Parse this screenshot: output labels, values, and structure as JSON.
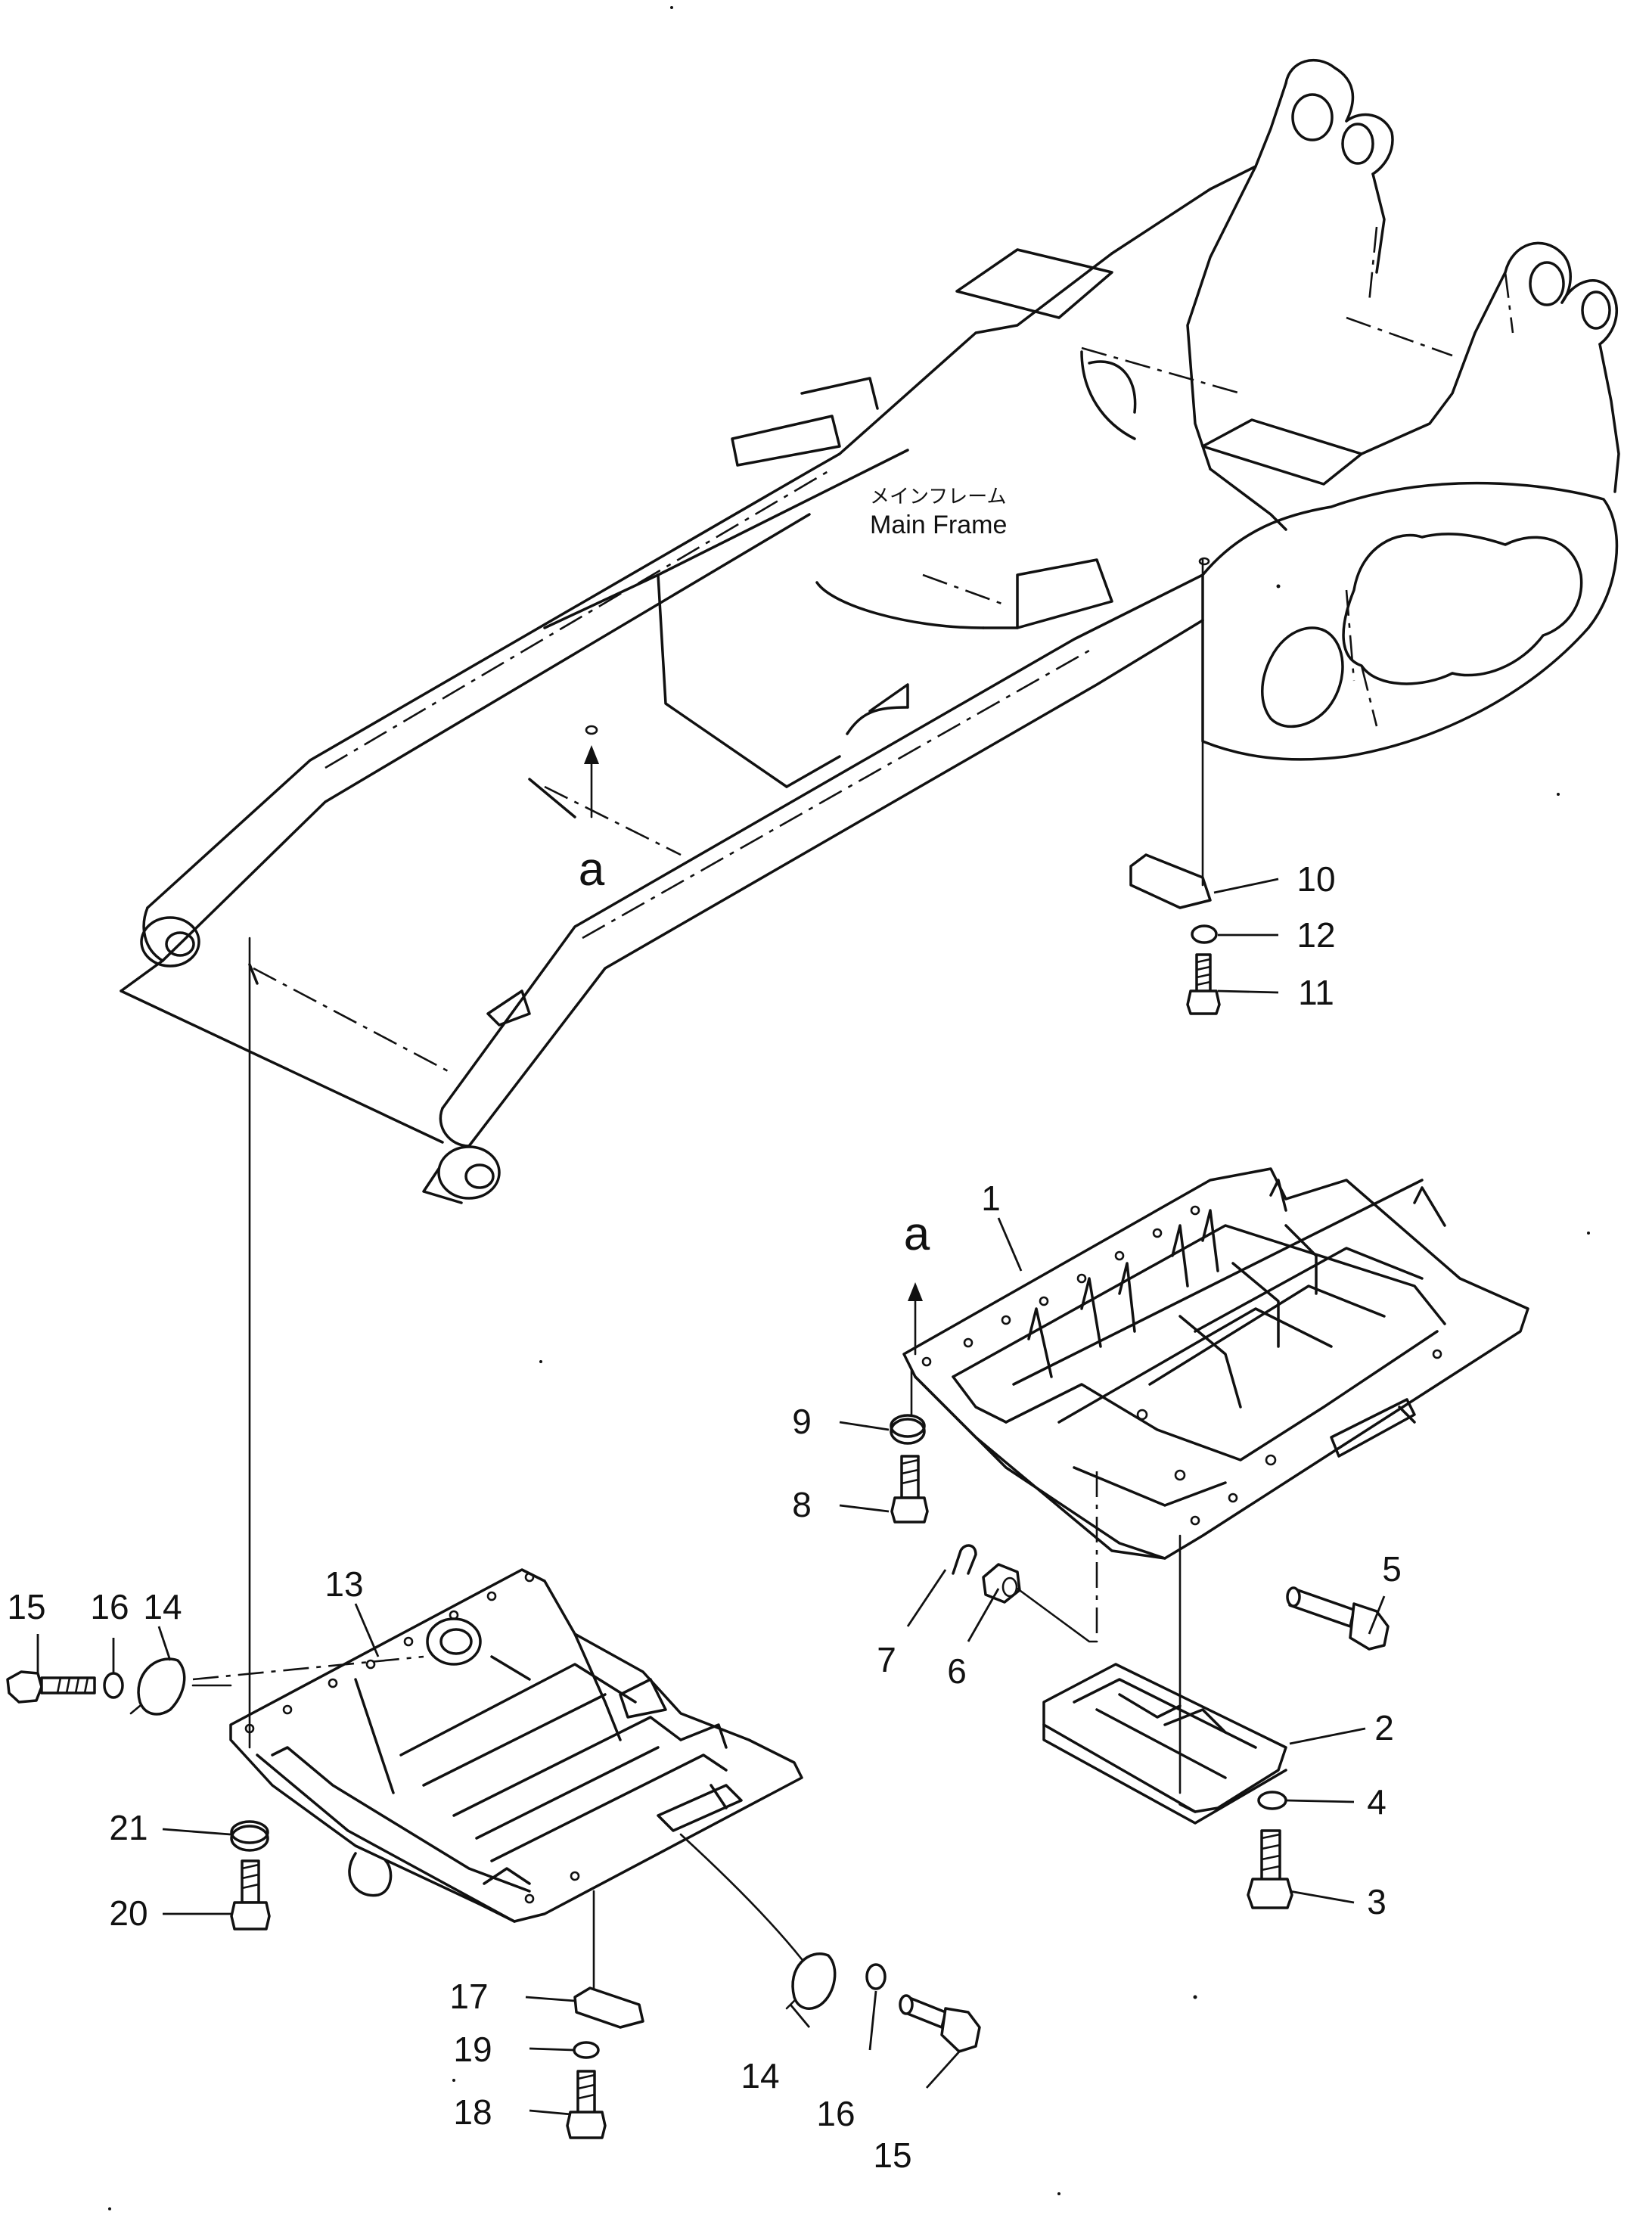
{
  "frame_label": {
    "jp": "メインフレーム",
    "en": "Main Frame"
  },
  "ref_mark": "a",
  "callouts": [
    {
      "id": "c1",
      "label": "1"
    },
    {
      "id": "c2",
      "label": "2"
    },
    {
      "id": "c3",
      "label": "3"
    },
    {
      "id": "c4",
      "label": "4"
    },
    {
      "id": "c5",
      "label": "5"
    },
    {
      "id": "c6",
      "label": "6"
    },
    {
      "id": "c7",
      "label": "7"
    },
    {
      "id": "c8",
      "label": "8"
    },
    {
      "id": "c9",
      "label": "9"
    },
    {
      "id": "c10",
      "label": "10"
    },
    {
      "id": "c11",
      "label": "11"
    },
    {
      "id": "c12",
      "label": "12"
    },
    {
      "id": "c13",
      "label": "13"
    },
    {
      "id": "c14a",
      "label": "14"
    },
    {
      "id": "c14b",
      "label": "14"
    },
    {
      "id": "c15a",
      "label": "15"
    },
    {
      "id": "c15b",
      "label": "15"
    },
    {
      "id": "c16a",
      "label": "16"
    },
    {
      "id": "c16b",
      "label": "16"
    },
    {
      "id": "c17",
      "label": "17"
    },
    {
      "id": "c18",
      "label": "18"
    },
    {
      "id": "c19",
      "label": "19"
    },
    {
      "id": "c20",
      "label": "20"
    },
    {
      "id": "c21",
      "label": "21"
    }
  ]
}
